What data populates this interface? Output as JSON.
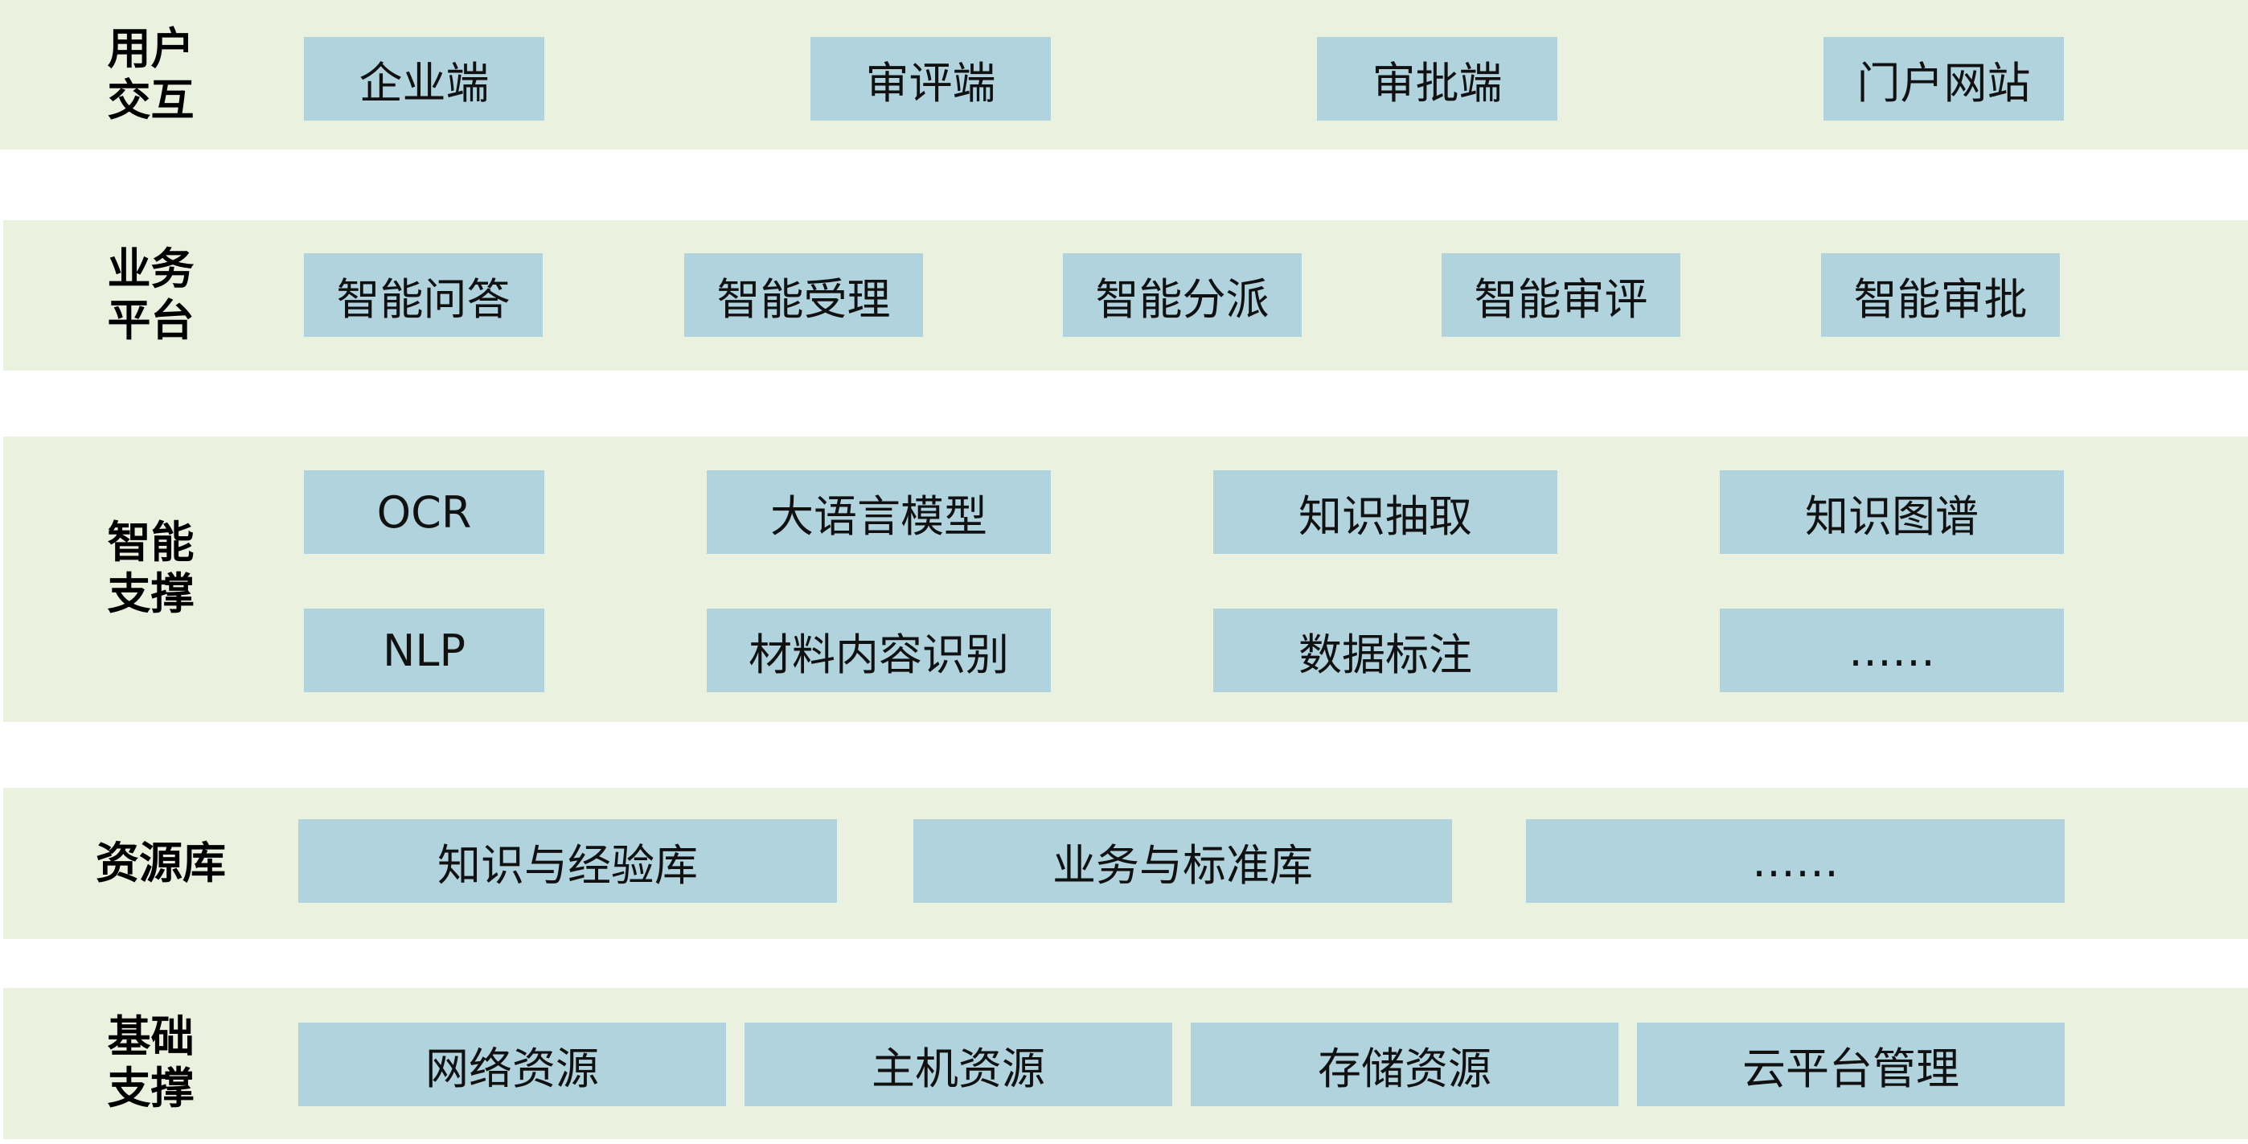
{
  "colors": {
    "layer_background": "#ebf1df",
    "box_background": "#b1d3de",
    "text": "#111111"
  },
  "layers": [
    {
      "label": "用户交互",
      "boxes": [
        "企业端",
        "审评端",
        "审批端",
        "门户网站"
      ]
    },
    {
      "label": "业务平台",
      "boxes": [
        "智能问答",
        "智能受理",
        "智能分派",
        "智能审评",
        "智能审批"
      ]
    },
    {
      "label": "智能支撑",
      "boxes": [
        "OCR",
        "大语言模型",
        "知识抽取",
        "知识图谱",
        "NLP",
        "材料内容识别",
        "数据标注",
        "……"
      ]
    },
    {
      "label": "资源库",
      "boxes": [
        "知识与经验库",
        "业务与标准库",
        "……"
      ]
    },
    {
      "label": "基础支撑",
      "boxes": [
        "网络资源",
        "主机资源",
        "存储资源",
        "云平台管理"
      ]
    }
  ]
}
